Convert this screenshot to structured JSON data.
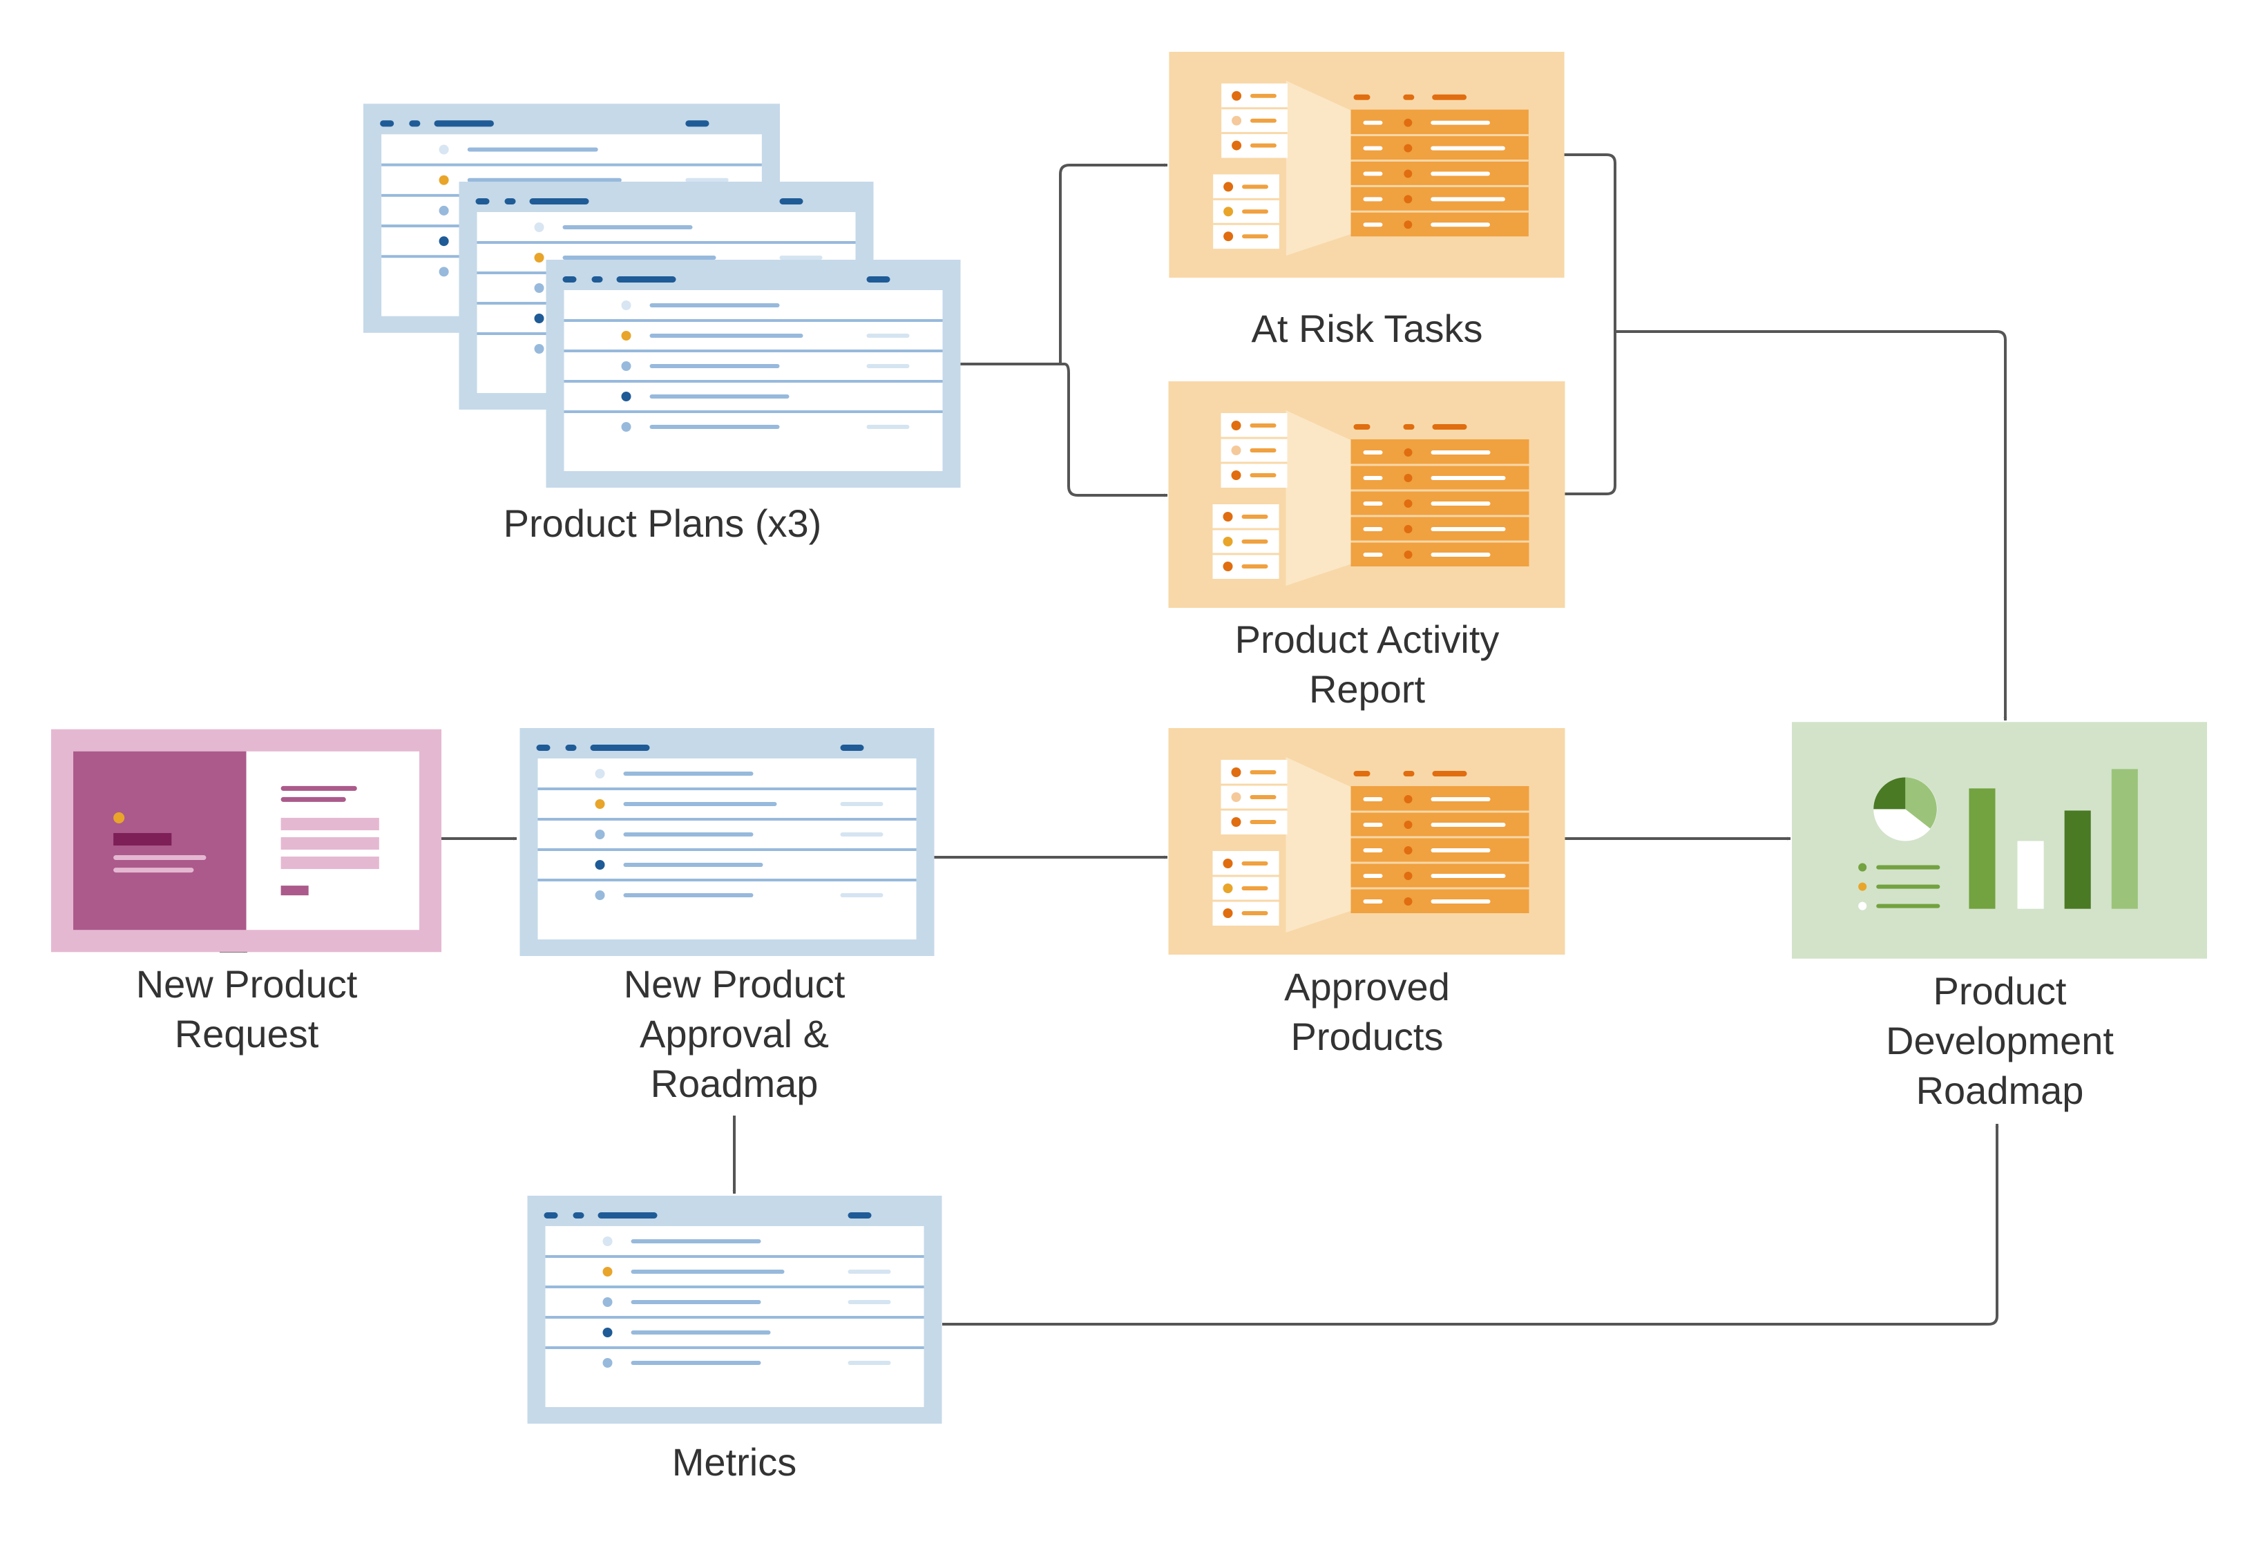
{
  "nodes": {
    "product_plans": {
      "label": [
        "Product Plans (x3)"
      ]
    },
    "at_risk_tasks": {
      "label": [
        "At Risk Tasks"
      ]
    },
    "product_activity_report": {
      "label": [
        "Product Activity",
        "Report"
      ]
    },
    "new_product_request": {
      "label": [
        "New Product",
        "Request"
      ]
    },
    "new_product_approval": {
      "label": [
        "New Product",
        "Approval &",
        "Roadmap"
      ]
    },
    "approved_products": {
      "label": [
        "Approved",
        "Products"
      ]
    },
    "product_development_roadmap": {
      "label": [
        "Product",
        "Development",
        "Roadmap"
      ]
    },
    "metrics": {
      "label": [
        "Metrics"
      ]
    }
  },
  "edges": [
    {
      "from": "product_plans",
      "to": "at_risk_tasks"
    },
    {
      "from": "product_plans",
      "to": "product_activity_report"
    },
    {
      "from": "at_risk_tasks",
      "to": "product_development_roadmap"
    },
    {
      "from": "product_activity_report",
      "to": "product_development_roadmap"
    },
    {
      "from": "new_product_request",
      "to": "new_product_approval"
    },
    {
      "from": "new_product_approval",
      "to": "approved_products"
    },
    {
      "from": "approved_products",
      "to": "product_development_roadmap"
    },
    {
      "from": "new_product_approval",
      "to": "metrics"
    },
    {
      "from": "metrics",
      "to": "product_development_roadmap"
    }
  ],
  "colors": {
    "sheet_frame": "#c5d9e9",
    "sheet_dark": "#1f5b96",
    "sheet_line": "#97b9dc",
    "report_bg": "#f8d8a8",
    "report_dark": "#f0a140",
    "report_accent": "#e06d10",
    "form_frame": "#e5b8d2",
    "form_panel": "#ab5a8b",
    "dashboard_bg": "#d3e3ca",
    "dashboard_green": "#73a240",
    "connector": "#555555",
    "text": "#333333"
  },
  "icons": {
    "sheet": "grid-sheet-icon",
    "report": "report-icon",
    "form": "form-icon",
    "dashboard": "dashboard-icon"
  }
}
